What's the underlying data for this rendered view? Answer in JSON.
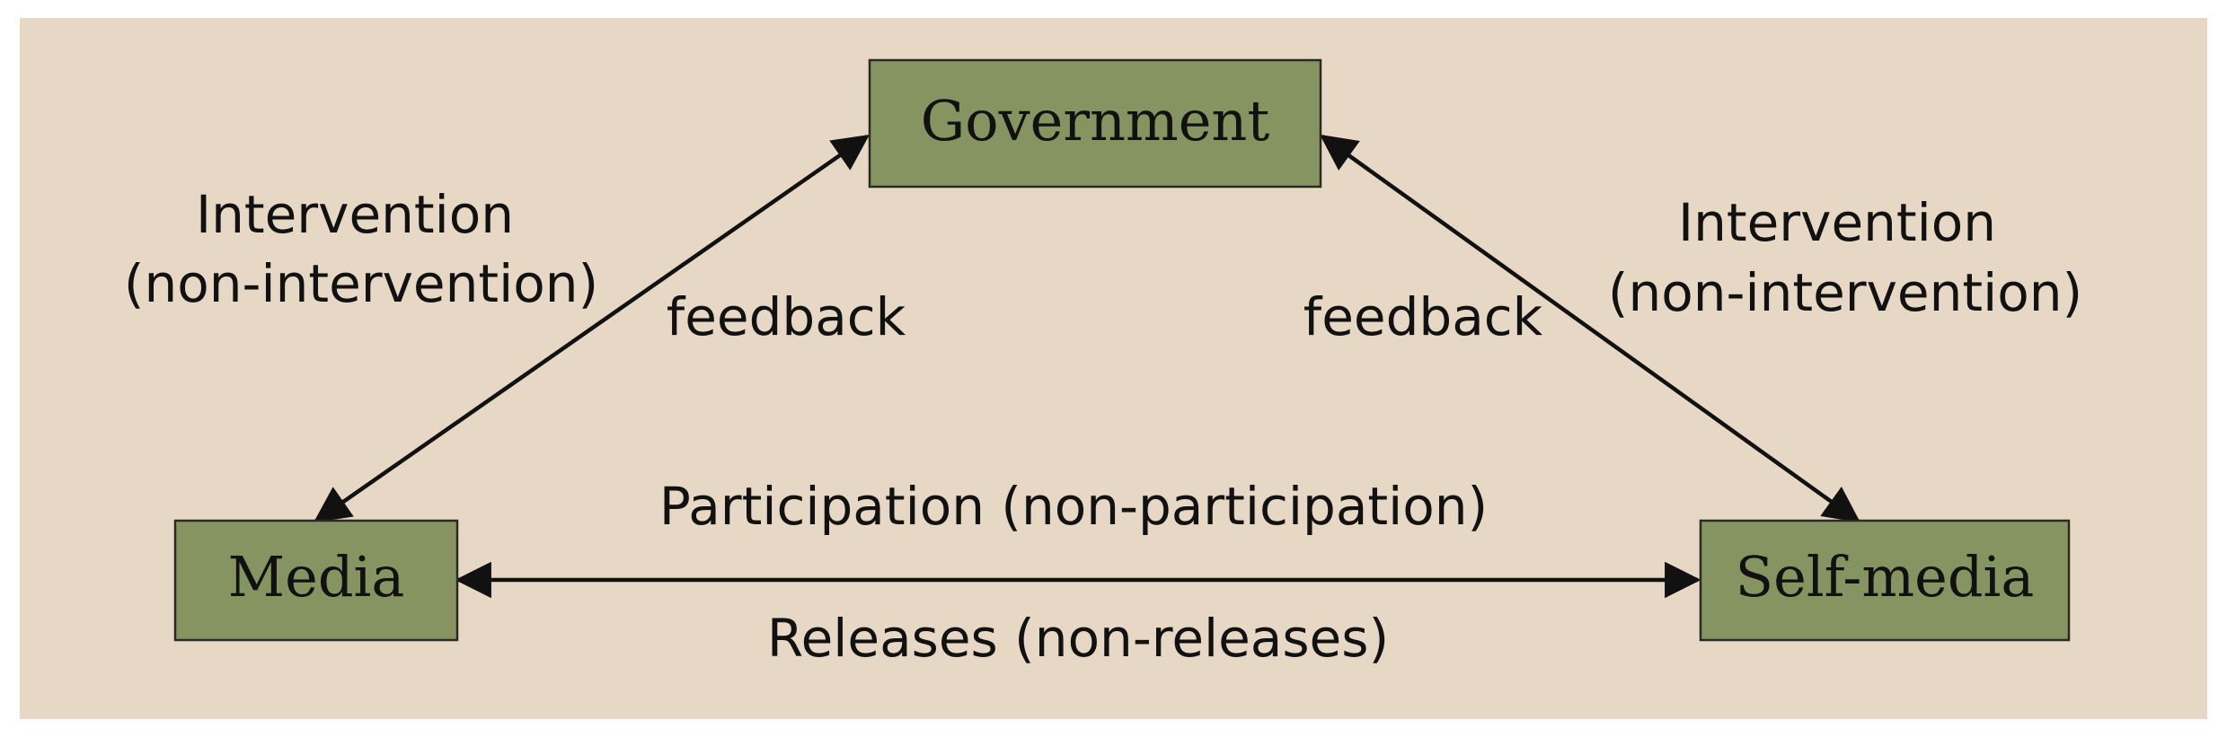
{
  "nodes": {
    "government": "Government",
    "media": "Media",
    "self_media": "Self-media"
  },
  "edges": {
    "gov_media": {
      "label_line1": "Intervention",
      "label_line2": "(non-intervention)",
      "feedback": "feedback"
    },
    "gov_selfmedia": {
      "label_line1": "Intervention",
      "label_line2": "(non-intervention)",
      "feedback": "feedback"
    },
    "media_selfmedia": {
      "top_label": "Participation (non-participation)",
      "bottom_label": "Releases (non-releases)"
    }
  },
  "colors": {
    "background": "#e6d8c5",
    "node_fill": "#859461",
    "node_border": "#2a2a22",
    "arrow": "#111111"
  }
}
